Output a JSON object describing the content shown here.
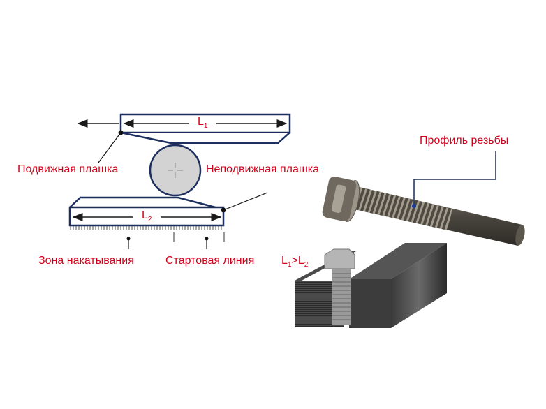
{
  "labels": {
    "moving_die": "Подвижная плашка",
    "fixed_die": "Неподвижная плашка",
    "rolling_zone": "Зона накатывания",
    "start_line": "Стартовая линия",
    "thread_profile": "Профиль резьбы",
    "l1": {
      "letter": "L",
      "sub": "1"
    },
    "l2": {
      "letter": "L",
      "sub": "2"
    },
    "relation": {
      "a": "L",
      "a_sub": "1",
      "op": ">",
      "b": "L",
      "b_sub": "2"
    }
  },
  "colors": {
    "line": "#1c2f5e",
    "label": "#d0021b",
    "blank": "#d3d3d3"
  }
}
